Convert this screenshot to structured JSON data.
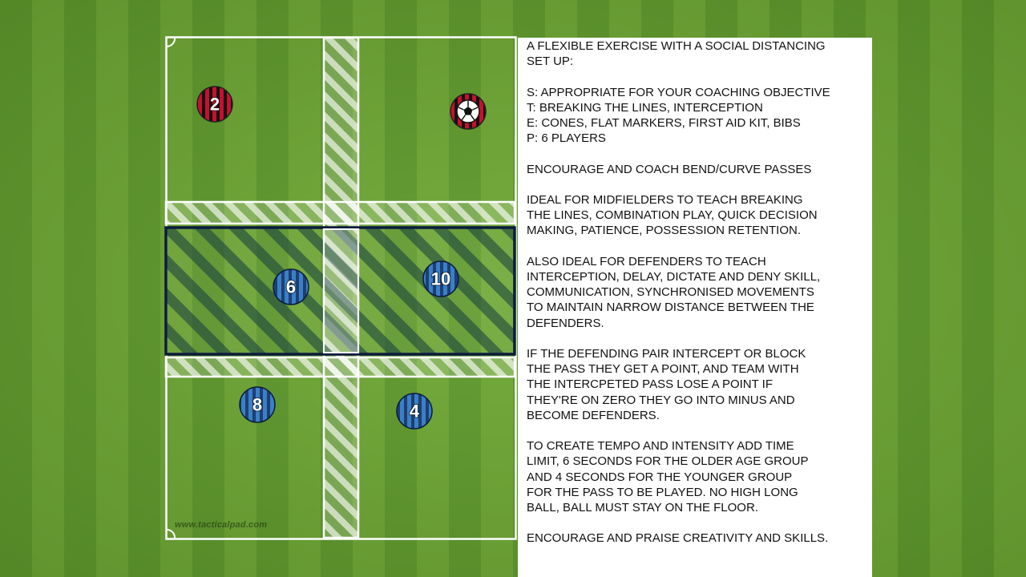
{
  "players": [
    {
      "id": "p2",
      "label": "2",
      "team": "red"
    },
    {
      "id": "p6",
      "label": "6",
      "team": "blue"
    },
    {
      "id": "p10",
      "label": "10",
      "team": "blue"
    },
    {
      "id": "p8",
      "label": "8",
      "team": "blue"
    },
    {
      "id": "p4",
      "label": "4",
      "team": "blue"
    }
  ],
  "colors": {
    "grass_dark": "#5f9a2c",
    "grass_light": "#6ea834",
    "line": "#ffffff",
    "zone_border": "#0d1b3e",
    "red_kit": "#c8102e",
    "blue_kit": "#3c7fc4",
    "blue_stripe": "#1c3f73",
    "ball": "#ffffff"
  },
  "icons": [
    "football-icon"
  ],
  "watermark": "www.tacticalpad.com",
  "instructions": {
    "paragraphs": [
      "A FLEXIBLE EXERCISE WITH A SOCIAL DISTANCING\nSET UP:",
      "S: APPROPRIATE FOR YOUR COACHING OBJECTIVE\nT: BREAKING THE LINES, INTERCEPTION\nE: CONES, FLAT MARKERS, FIRST AID KIT, BIBS\nP: 6 PLAYERS",
      "ENCOURAGE AND COACH BEND/CURVE PASSES",
      "IDEAL FOR MIDFIELDERS TO TEACH BREAKING\nTHE LINES, COMBINATION PLAY, QUICK DECISION\nMAKING, PATIENCE, POSSESSION RETENTION.",
      "ALSO IDEAL FOR DEFENDERS TO TEACH\nINTERCEPTION, DELAY, DICTATE AND DENY SKILL,\nCOMMUNICATION, SYNCHRONISED MOVEMENTS\nTO MAINTAIN NARROW DISTANCE BETWEEN THE\nDEFENDERS.",
      "IF THE DEFENDING PAIR INTERCEPT OR BLOCK\nTHE PASS THEY GET A POINT, AND TEAM WITH\nTHE INTERCPETED PASS LOSE A POINT IF\nTHEY'RE ON ZERO THEY GO INTO MINUS AND\nBECOME DEFENDERS.",
      "TO CREATE TEMPO AND INTENSITY ADD TIME\nLIMIT, 6 SECONDS FOR THE OLDER AGE GROUP\nAND 4 SECONDS FOR THE YOUNGER GROUP\nFOR THE PASS TO BE PLAYED. NO HIGH LONG\nBALL, BALL MUST STAY ON THE FLOOR.",
      "ENCOURAGE AND PRAISE CREATIVITY AND SKILLS."
    ]
  }
}
